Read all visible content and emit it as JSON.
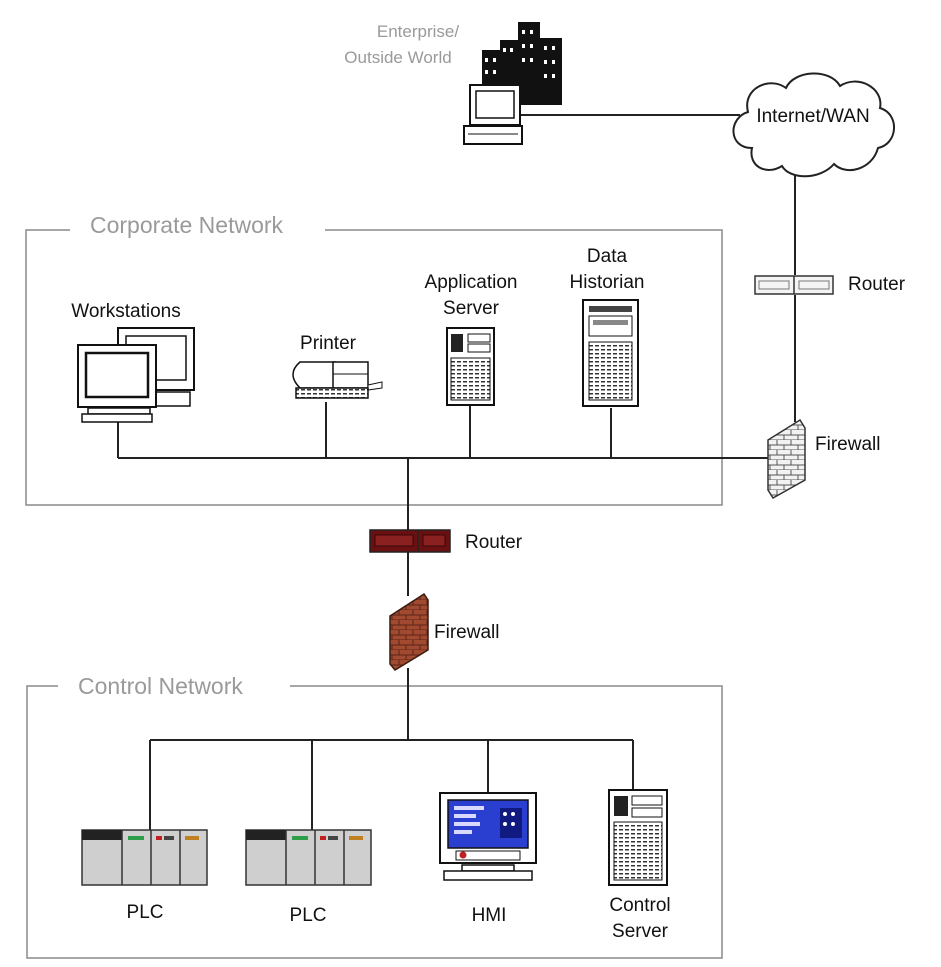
{
  "diagram": {
    "zones": {
      "enterprise_label_line1": "Enterprise/",
      "enterprise_label_line2": "Outside World",
      "internet_label": "Internet/WAN",
      "corporate_network_title": "Corporate Network",
      "control_network_title": "Control Network"
    },
    "nodes": {
      "outer_router": "Router",
      "outer_firewall": "Firewall",
      "workstations": "Workstations",
      "printer": "Printer",
      "app_server_line1": "Application",
      "app_server_line2": "Server",
      "historian_line1": "Data",
      "historian_line2": "Historian",
      "inner_router": "Router",
      "inner_firewall": "Firewall",
      "plc1": "PLC",
      "plc2": "PLC",
      "hmi": "HMI",
      "control_server_line1": "Control",
      "control_server_line2": "Server"
    },
    "colors": {
      "wire": "#222222",
      "network_border": "#8a8a8a",
      "brick": "#8a3c28",
      "router_inner": "#7a1818",
      "hmi_screen": "#2a3fd0"
    },
    "icons": {
      "enterprise": "office-building-computer-icon",
      "internet": "cloud-icon",
      "router": "router-icon",
      "firewall": "brick-firewall-icon",
      "workstation": "desktop-computer-icon",
      "printer": "printer-icon",
      "server": "server-tower-icon",
      "plc": "plc-rack-icon",
      "hmi": "hmi-terminal-icon"
    }
  }
}
